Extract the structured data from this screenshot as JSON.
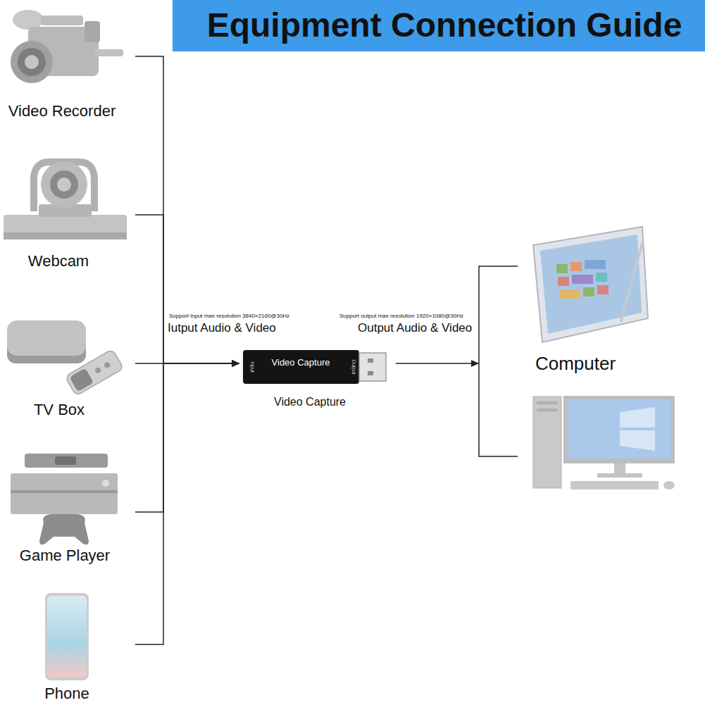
{
  "diagram": {
    "title": "Equipment Connection Guide",
    "nodes": [
      {
        "text": [
          "Video Recorder"
        ]
      },
      {
        "text": [
          "Webcam"
        ]
      },
      {
        "text": [
          "TV Box"
        ]
      },
      {
        "text": [
          "Game Player"
        ]
      },
      {
        "text": [
          "Phone"
        ]
      },
      {
        "text": [
          "Video Capture",
          "Input",
          "Output",
          "Video Capture"
        ]
      },
      {
        "text": [
          "Computer"
        ]
      }
    ],
    "edges": [
      {
        "from": 0,
        "to": 5,
        "arrow": "to"
      },
      {
        "from": 1,
        "to": 5,
        "arrow": "to"
      },
      {
        "from": 2,
        "to": 5,
        "arrow": "to"
      },
      {
        "from": 3,
        "to": 5,
        "arrow": "to"
      },
      {
        "from": 4,
        "to": 5,
        "arrow": "to"
      },
      {
        "from": 5,
        "to": 6,
        "arrow": "to"
      }
    ],
    "labels": [
      "Support input max resolution 3840×2160@30Hz",
      "Iutput Audio & Video",
      "Support output max resolution 1920×1080@30Hz",
      "Output Audio & Video"
    ]
  }
}
